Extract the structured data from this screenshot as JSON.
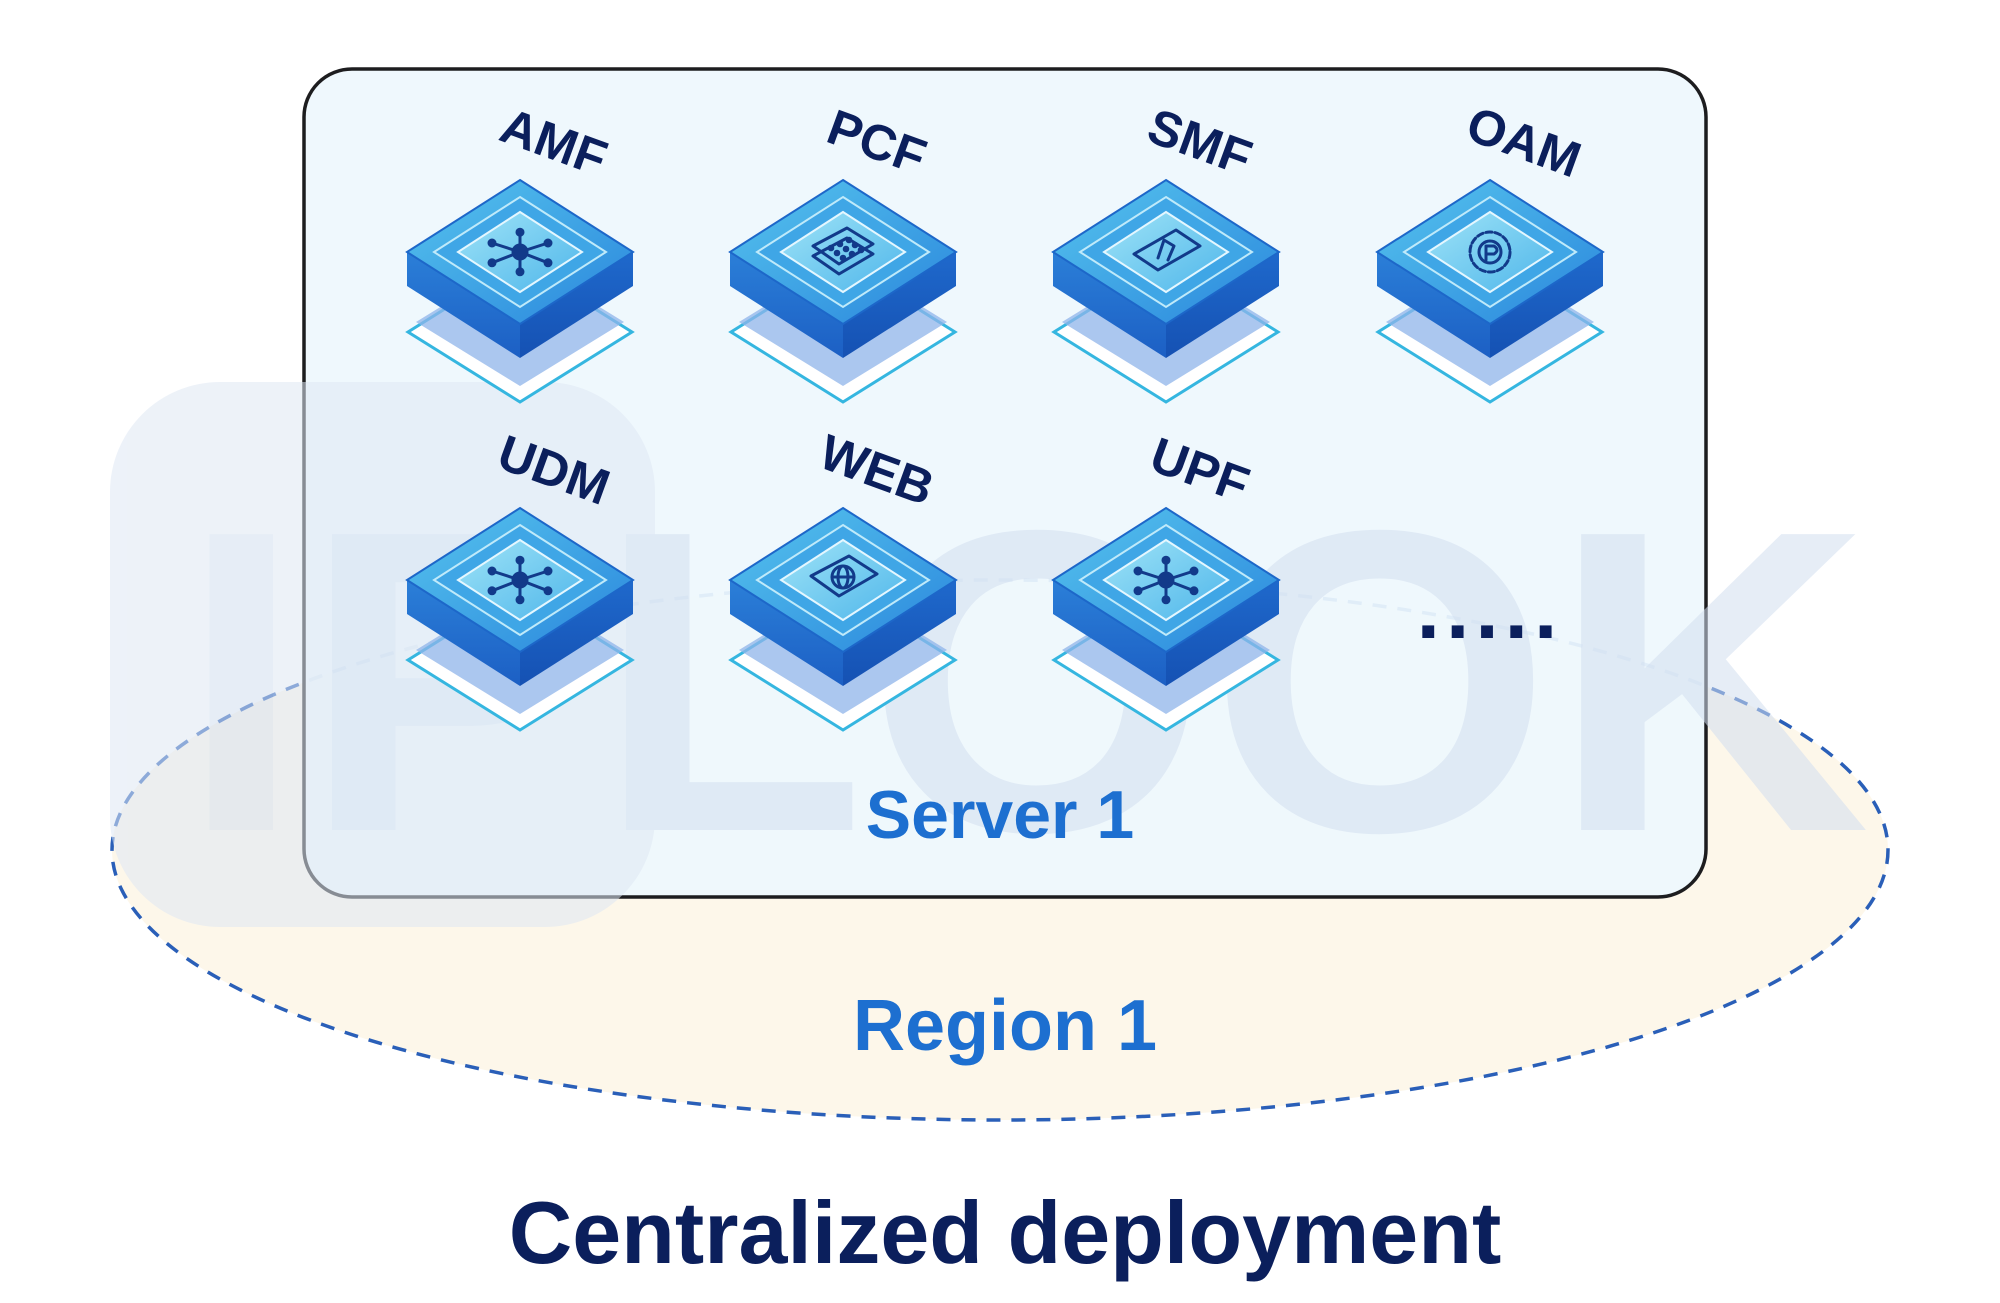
{
  "watermark": "IPLOOK",
  "nodes": [
    {
      "label": "AMF",
      "icon": "network-hub-icon"
    },
    {
      "label": "PCF",
      "icon": "policy-keypad-icon"
    },
    {
      "label": "SMF",
      "icon": "session-document-icon"
    },
    {
      "label": "OAM",
      "icon": "settings-gear-icon"
    },
    {
      "label": "UDM",
      "icon": "network-hub-icon"
    },
    {
      "label": "WEB",
      "icon": "web-globe-icon"
    },
    {
      "label": "UPF",
      "icon": "network-hub-icon"
    }
  ],
  "more_indicator": ".....",
  "server_label": "Server 1",
  "region_label": "Region 1",
  "title": "Centralized deployment",
  "colors": {
    "title": "#0b1f5c",
    "accent_blue": "#1d6fd0",
    "server_fill": "#eef8fd",
    "region_fill": "#fdf7ea",
    "region_border": "#2a5fb8",
    "node_label": "#0b1f5c",
    "chip_dark": "#1b63c6",
    "chip_mid": "#2a8ee0",
    "chip_light": "#5cc2ec",
    "watermark": "#e9eff7"
  }
}
